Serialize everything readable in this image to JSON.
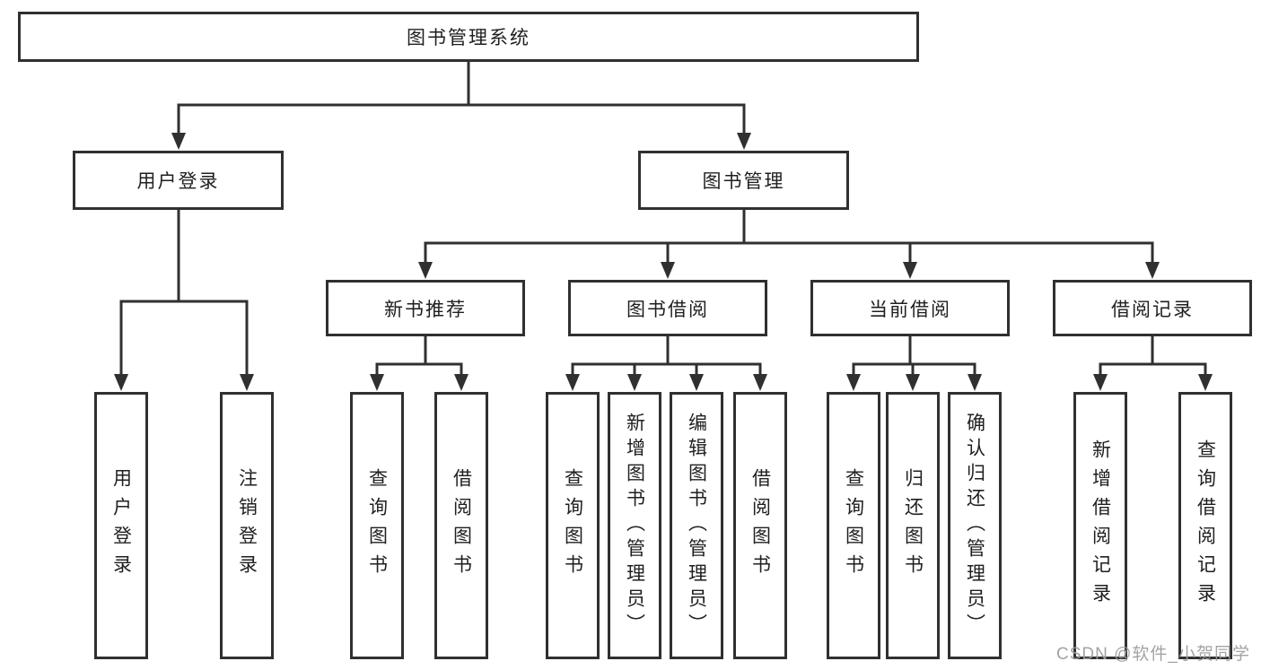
{
  "diagram_title": "图书管理系统",
  "colors": {
    "line": "#303030",
    "box_border": "#303030",
    "text": "#1f1f1f",
    "background": "#ffffff",
    "watermark": "#9e9e9e"
  },
  "tree": {
    "label": "图书管理系统",
    "children": [
      {
        "label": "用户登录",
        "children": [
          {
            "label": "用户登录"
          },
          {
            "label": "注销登录"
          }
        ]
      },
      {
        "label": "图书管理",
        "children": [
          {
            "label": "新书推荐",
            "children": [
              {
                "label": "查询图书"
              },
              {
                "label": "借阅图书"
              }
            ]
          },
          {
            "label": "图书借阅",
            "children": [
              {
                "label": "查询图书"
              },
              {
                "label": "新增图书（管理员）"
              },
              {
                "label": "编辑图书（管理员）"
              },
              {
                "label": "借阅图书"
              }
            ]
          },
          {
            "label": "当前借阅",
            "children": [
              {
                "label": "查询图书"
              },
              {
                "label": "归还图书"
              },
              {
                "label": "确认归还（管理员）"
              }
            ]
          },
          {
            "label": "借阅记录",
            "children": [
              {
                "label": "新增借阅记录"
              },
              {
                "label": "查询借阅记录"
              }
            ]
          }
        ]
      }
    ]
  },
  "watermark": "CSDN @软件_小贺同学"
}
